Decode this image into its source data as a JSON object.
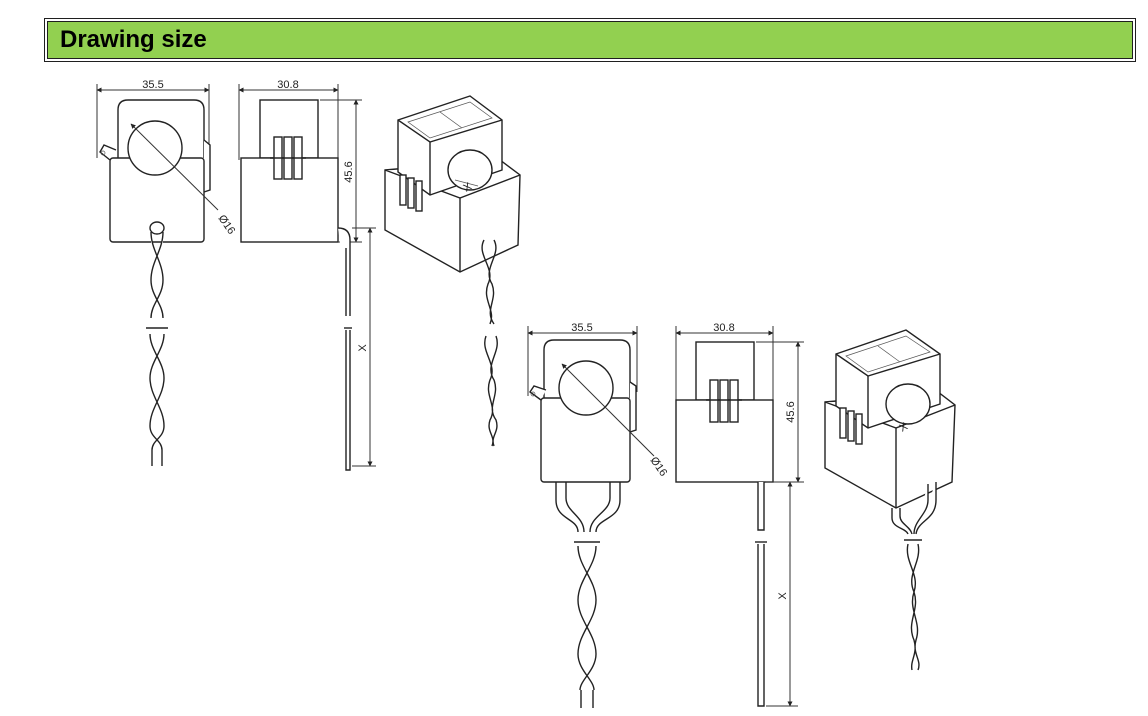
{
  "header": {
    "title": "Drawing size"
  },
  "drawing_a": {
    "front": {
      "width_label": "35.5",
      "diameter_label": "Ø16"
    },
    "side": {
      "width_label": "30.8",
      "height_label": "45.6",
      "cable_label": "X"
    },
    "iso": {
      "cable_label": "X"
    }
  },
  "drawing_b": {
    "front": {
      "width_label": "35.5",
      "diameter_label": "Ø16"
    },
    "side": {
      "width_label": "30.8",
      "height_label": "45.6",
      "cable_label": "X"
    },
    "iso": {
      "cable_label": "X"
    }
  },
  "colors": {
    "header_bg": "#92d050",
    "line": "#222222"
  }
}
